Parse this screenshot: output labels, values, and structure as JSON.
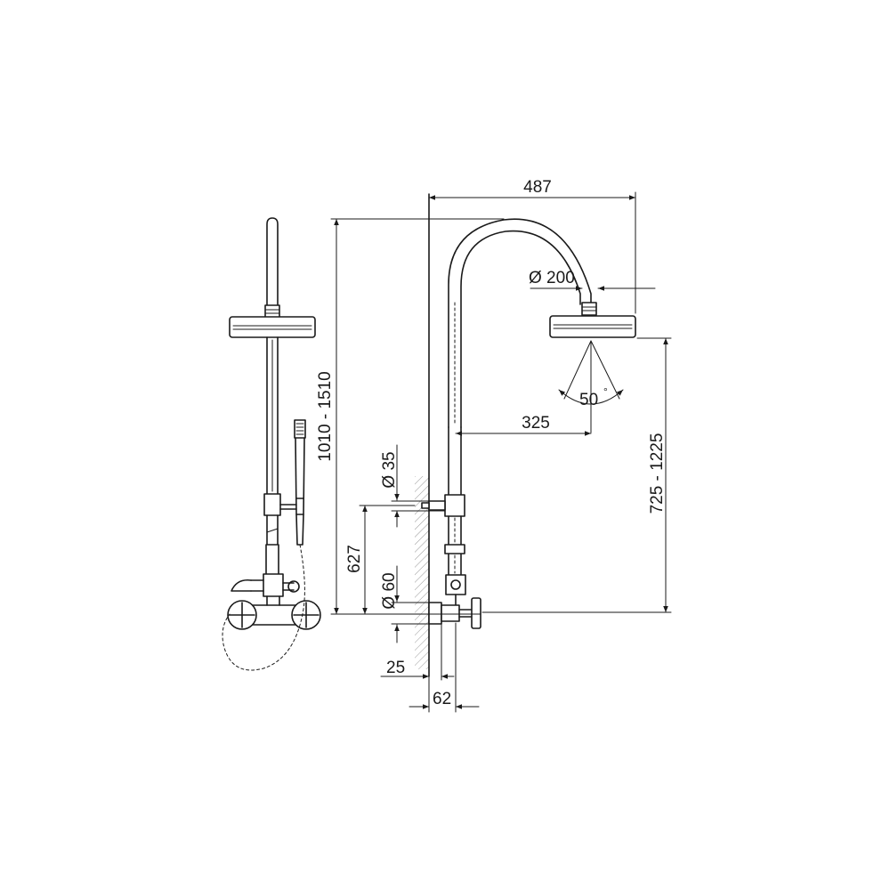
{
  "drawing": {
    "dimensions": {
      "total_width": "487",
      "head_diameter": "Ø 200",
      "spray_angle": "50",
      "spray_angle_unit": "°",
      "arm_reach": "325",
      "overall_height": "1010 - 1510",
      "head_height": "725 - 1225",
      "connector_diameter": "Ø 35",
      "connector_height": "627",
      "flange_diameter": "Ø 60",
      "wall_offset": "25",
      "projection": "62"
    }
  }
}
